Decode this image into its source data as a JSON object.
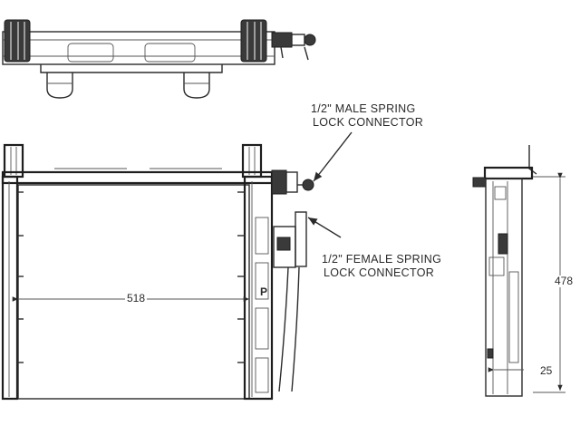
{
  "callouts": {
    "male": {
      "line1": "1/2\" MALE SPRING",
      "line2": "LOCK CONNECTOR"
    },
    "female": {
      "line1": "1/2\" FEMALE SPRING",
      "line2": "LOCK CONNECTOR"
    }
  },
  "dimensions": {
    "width": "518",
    "height": "478",
    "depth": "25"
  }
}
